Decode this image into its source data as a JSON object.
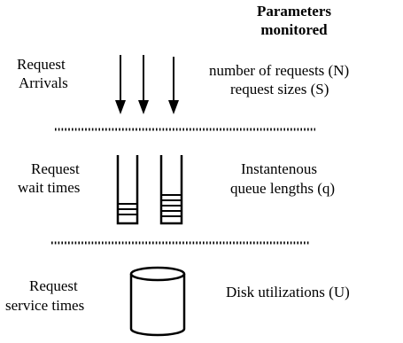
{
  "header": {
    "line1": "Parameters",
    "line2": "monitored"
  },
  "rows": [
    {
      "label_line1": "Request",
      "label_line2": "Arrivals",
      "param_line1": "number of  requests (N)",
      "param_line2": "request sizes (S)"
    },
    {
      "label_line1": "Request",
      "label_line2": "wait times",
      "param_line1": "Instantenous",
      "param_line2": "queue lengths (q)"
    },
    {
      "label_line1": "Request",
      "label_line2": "service times",
      "param_line1": "Disk utilizations (U)"
    }
  ],
  "icons": {
    "arrows": "down-arrow-icon",
    "queues": "queue-icon",
    "disk": "disk-cylinder-icon"
  }
}
